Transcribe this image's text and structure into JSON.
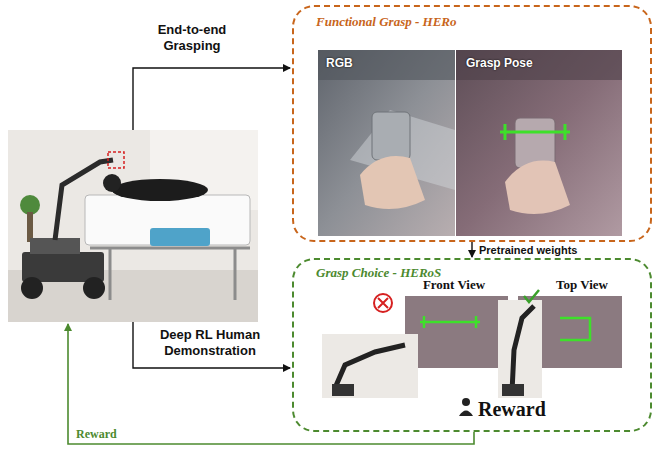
{
  "diagram": {
    "nodes": [
      {
        "text": [
          "Functional Grasp - HERo"
        ]
      },
      {
        "text": [
          "RGB"
        ],
        "in": 0
      },
      {
        "text": [
          "Grasp Pose"
        ],
        "in": 0
      },
      {
        "text": [
          "Grasp Choice - HERoS"
        ]
      },
      {
        "text": [
          "Front View"
        ],
        "in": 3
      },
      {
        "text": [
          "Top View"
        ],
        "in": 3
      }
    ],
    "edges": [
      {
        "from": 0,
        "to": 3,
        "label": "Pretrained weights",
        "arrow": "to"
      }
    ],
    "labels": [
      "End-to-end Grasping",
      "Deep RL Human Demonstration",
      "Reward",
      "Reward"
    ]
  }
}
